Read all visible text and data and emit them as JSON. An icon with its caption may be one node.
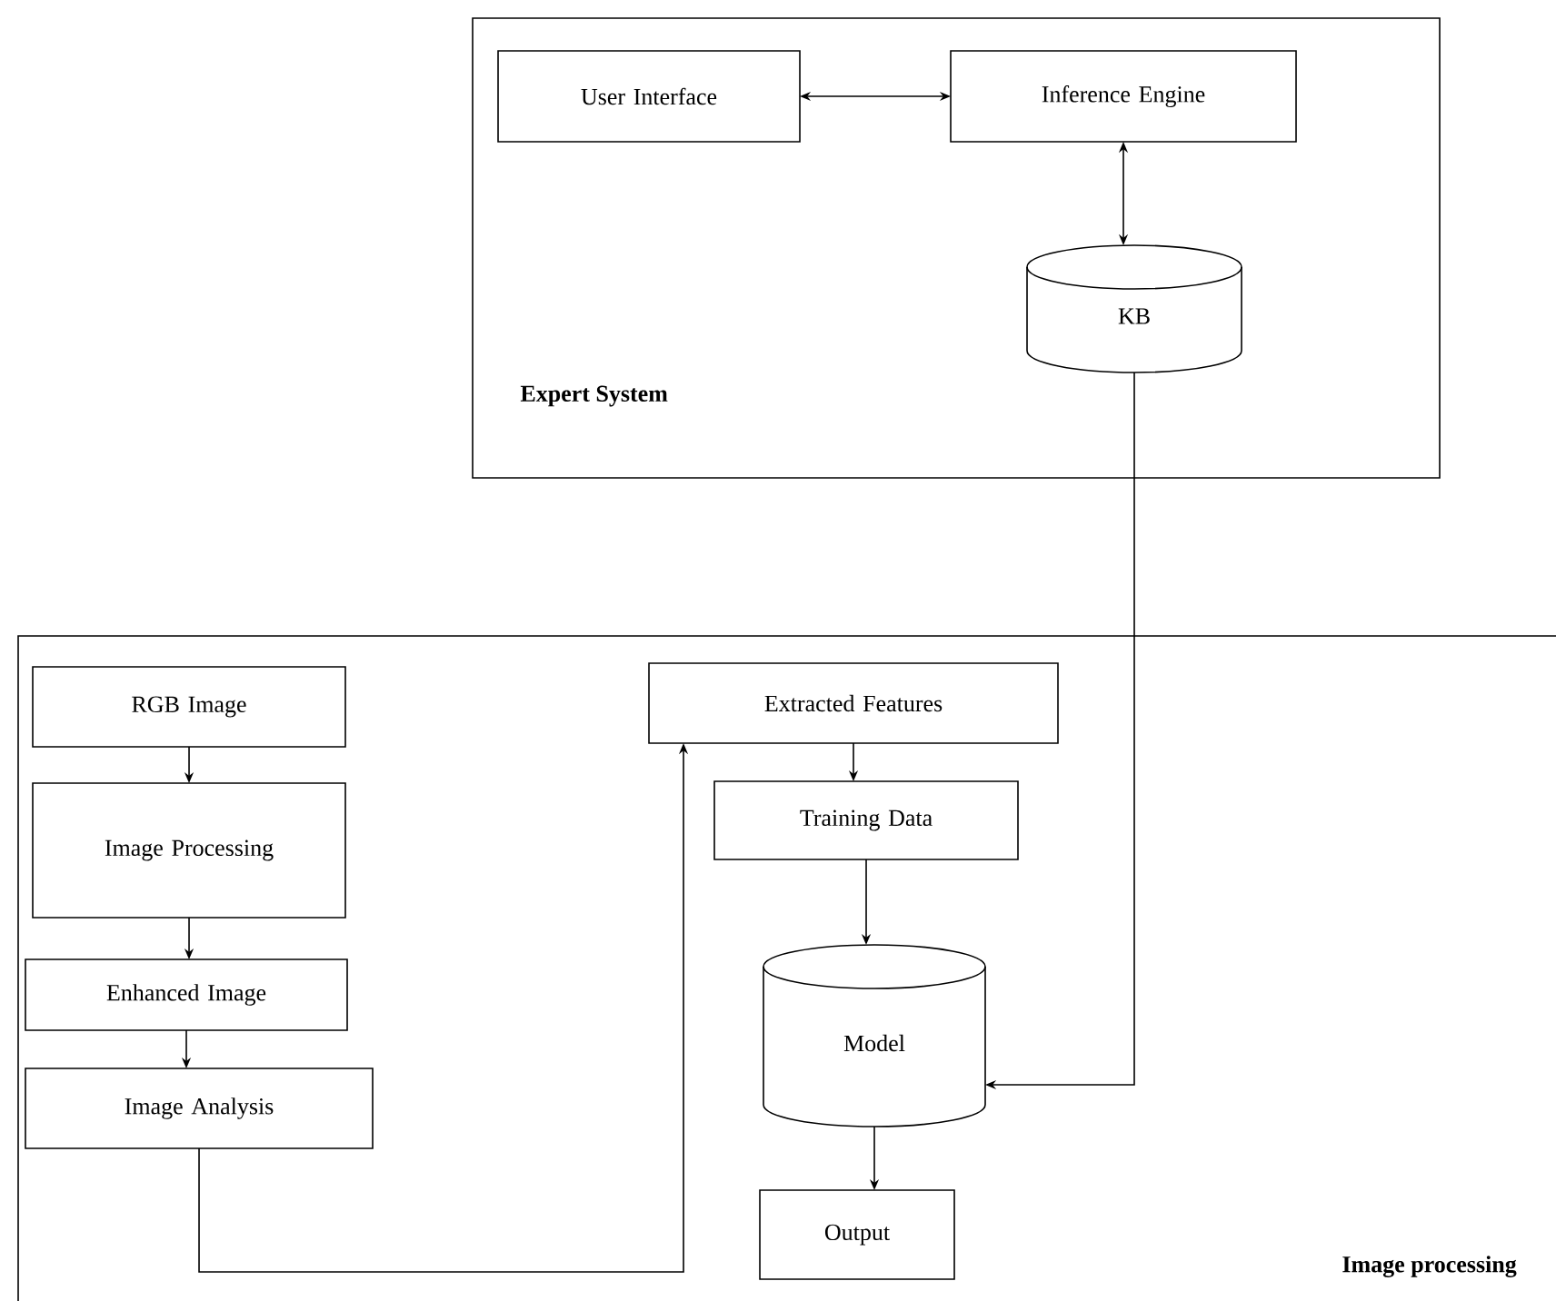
{
  "diagram": {
    "nodes": [
      {
        "text": [
          "Expert System"
        ]
      },
      {
        "text": [
          "User Interface"
        ],
        "in": 0
      },
      {
        "text": [
          "Inference Engine"
        ],
        "in": 0
      },
      {
        "text": [
          "KB"
        ],
        "in": 0
      },
      {
        "text": [
          "Image processing"
        ]
      },
      {
        "text": [
          "RGB Image"
        ],
        "in": 4
      },
      {
        "text": [
          "Image Processing"
        ],
        "in": 4
      },
      {
        "text": [
          "Enhanced Image"
        ],
        "in": 4
      },
      {
        "text": [
          "Image Analysis"
        ],
        "in": 4
      },
      {
        "text": [
          "Extracted Features"
        ],
        "in": 4
      },
      {
        "text": [
          "Training Data"
        ],
        "in": 4
      },
      {
        "text": [
          "Model"
        ],
        "in": 4
      },
      {
        "text": [
          "Output"
        ],
        "in": 4
      }
    ],
    "edges": [
      {
        "from": 1,
        "to": 2,
        "arrow": "both"
      },
      {
        "from": 2,
        "to": 3,
        "arrow": "both"
      },
      {
        "from": 3,
        "to": 11,
        "arrow": "to"
      },
      {
        "from": 5,
        "to": 6,
        "arrow": "to"
      },
      {
        "from": 6,
        "to": 7,
        "arrow": "to"
      },
      {
        "from": 7,
        "to": 8,
        "arrow": "to"
      },
      {
        "from": 8,
        "to": 9,
        "arrow": "to"
      },
      {
        "from": 9,
        "to": 10,
        "arrow": "to"
      },
      {
        "from": 10,
        "to": 11,
        "arrow": "to"
      },
      {
        "from": 11,
        "to": 12,
        "arrow": "to"
      }
    ]
  }
}
